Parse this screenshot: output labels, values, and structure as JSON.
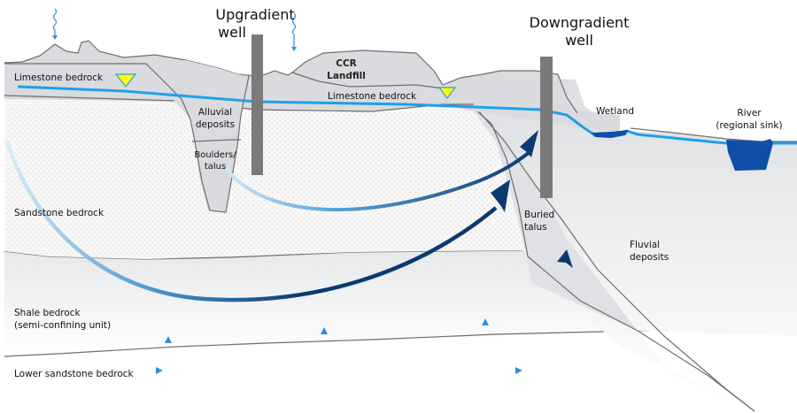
{
  "title_labels": {
    "upgradient_well": [
      "Upgradient",
      "well"
    ],
    "downgradient_well": [
      "Downgradient",
      "well"
    ]
  },
  "units": {
    "limestone_left": "Limestone bedrock",
    "limestone_center": "Limestone bedrock",
    "ccr_landfill": [
      "CCR",
      "Landfill"
    ],
    "alluvial": [
      "Alluvial",
      "deposits"
    ],
    "boulders": [
      "Boulders/",
      "talus"
    ],
    "sandstone": "Sandstone bedrock",
    "buried_talus": [
      "Buried",
      "talus"
    ],
    "fluvial": [
      "Fluvial",
      "deposits"
    ],
    "shale": [
      "Shale bedrock",
      "(semi-confining unit)"
    ],
    "lower_sandstone": "Lower sandstone bedrock",
    "wetland": "Wetland",
    "river": [
      "River",
      "(regional sink)"
    ]
  },
  "icons": {
    "water_table": "inverted-triangle",
    "precipitation": "wavy-down-arrow",
    "flow": "curved-arrow"
  },
  "colors": {
    "water_table": "#1ea0e6",
    "flow_dark": "#0b3a72",
    "rock": "#d9dbde",
    "water_body": "#0f4fa8",
    "marker": "#ffff00",
    "well": "#7a7a7a",
    "upward_arrow": "#2a8fe0"
  }
}
